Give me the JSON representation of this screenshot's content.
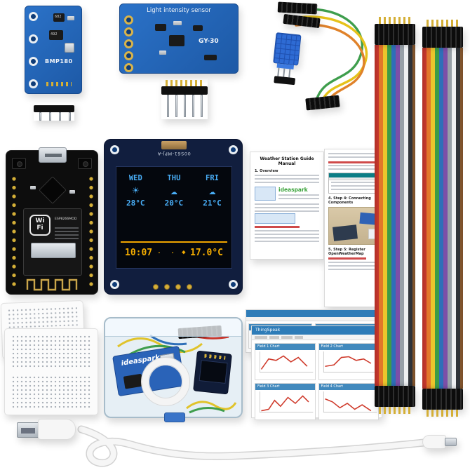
{
  "bmp180": {
    "label": "BMP180",
    "chip_a": "682",
    "chip_b": "492"
  },
  "gy30": {
    "title": "Light intensity sensor",
    "label": "GY-30"
  },
  "oled": {
    "ribbon_label": "00S61-MPJ-A",
    "days": [
      {
        "label": "WED",
        "icon": "☀",
        "temp": "28°C"
      },
      {
        "label": "THU",
        "icon": "☁",
        "temp": "20°C"
      },
      {
        "label": "FRI",
        "icon": "☁",
        "temp": "21°C"
      }
    ],
    "time": "10:07",
    "dots": "· ·",
    "diamond": "◆",
    "temp_now": "17.0°C"
  },
  "nodemcu": {
    "logo_top": "Wi",
    "logo_bottom": "Fi",
    "module_label": "ESP8266MOD"
  },
  "manual": {
    "title": "Weather Station Guide Manual",
    "brand": "ideaspark",
    "overview": "1. Overview",
    "step4": "4. Step 4: Connecting Components",
    "step5": "5. Step 5: Register OpenWeatherMap"
  },
  "thingspeak": {
    "brand": "ThingSpeak",
    "charts": [
      "Field 1 Chart",
      "Field 2 Chart",
      "Field 3 Chart",
      "Field 4 Chart"
    ]
  },
  "box": {
    "brand": "ideaspark"
  }
}
